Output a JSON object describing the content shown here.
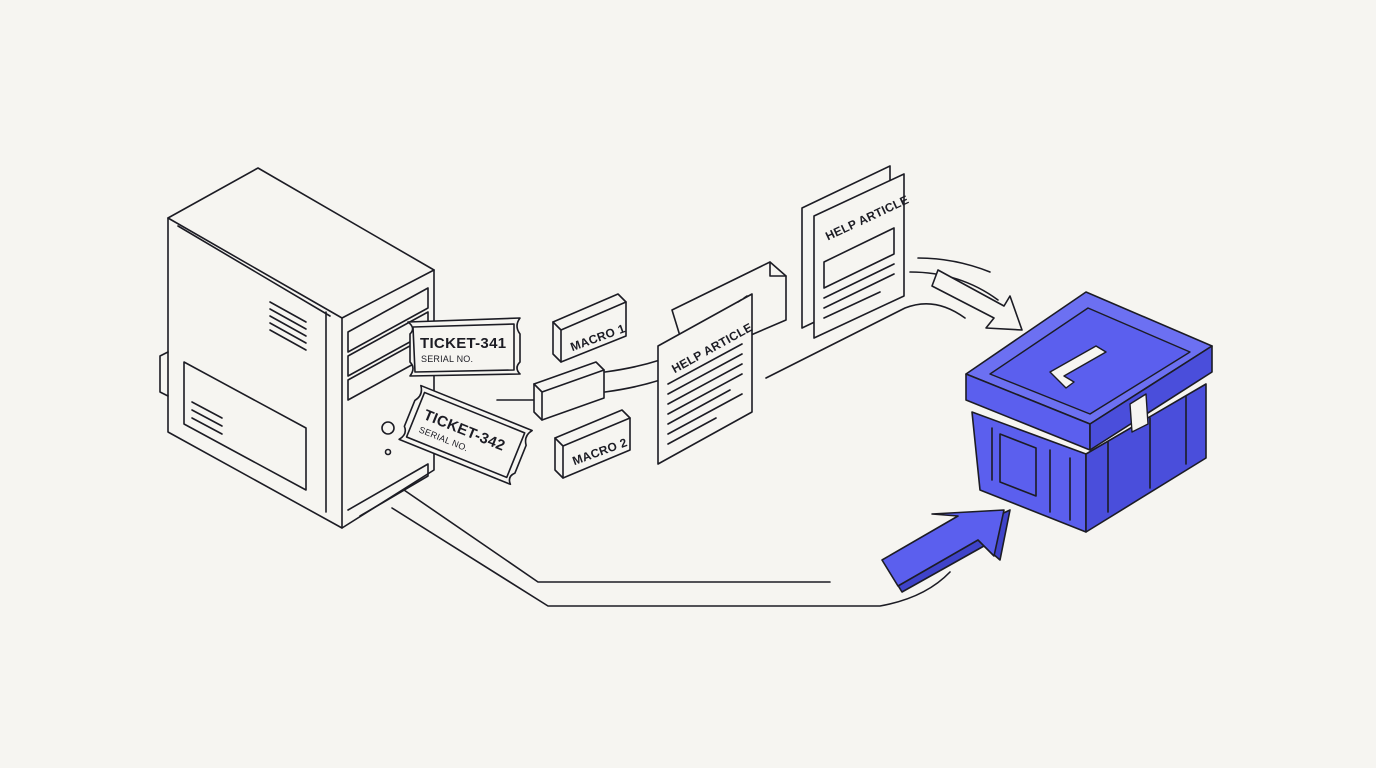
{
  "colors": {
    "background": "#f6f5f1",
    "ink": "#1c1c24",
    "accent": "#5b5fee",
    "accent_dark": "#3f43c9",
    "accent_light": "#6c70f2"
  },
  "tickets": [
    {
      "id": "TICKET-341",
      "sub": "SERIAL NO."
    },
    {
      "id": "TICKET-342",
      "sub": "SERIAL NO."
    }
  ],
  "macros": [
    "MACRO 1",
    "MACRO 2"
  ],
  "articles": [
    "HELP ARTICLE",
    "HELP ARTICLE"
  ]
}
